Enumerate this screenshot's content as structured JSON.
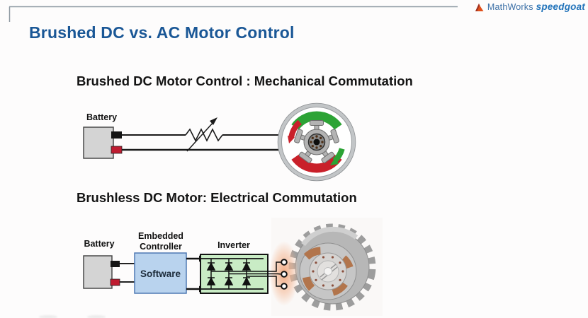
{
  "header": {
    "mathworks_label": "MathWorks",
    "speedgoat_label": "speedgoat"
  },
  "title": "Brushed DC vs. AC Motor Control",
  "section_brushed": {
    "heading": "Brushed DC Motor Control : Mechanical Commutation",
    "battery_label": "Battery"
  },
  "section_brushless": {
    "heading": "Brushless DC Motor: Electrical Commutation",
    "battery_label": "Battery",
    "controller_label_line1": "Embedded",
    "controller_label_line2": "Controller",
    "software_label": "Software",
    "inverter_label": "Inverter"
  },
  "colors": {
    "title_blue": "#1a5796",
    "logo_text_blue": "#3b6fa6",
    "speedgoat_blue": "#2273ba",
    "magnet_green": "#2ca335",
    "magnet_red": "#c9202a",
    "battery_fill": "#d4d4d4",
    "terminal_black": "#151515",
    "terminal_red": "#bf1c31",
    "software_box_fill": "#b9d3ee",
    "software_box_border": "#4f79b3",
    "inverter_box_fill": "#c9ecc5",
    "copper": "#b2754c",
    "glow_orange": "#f0a57c",
    "frame_gray": "#8e99a2"
  }
}
